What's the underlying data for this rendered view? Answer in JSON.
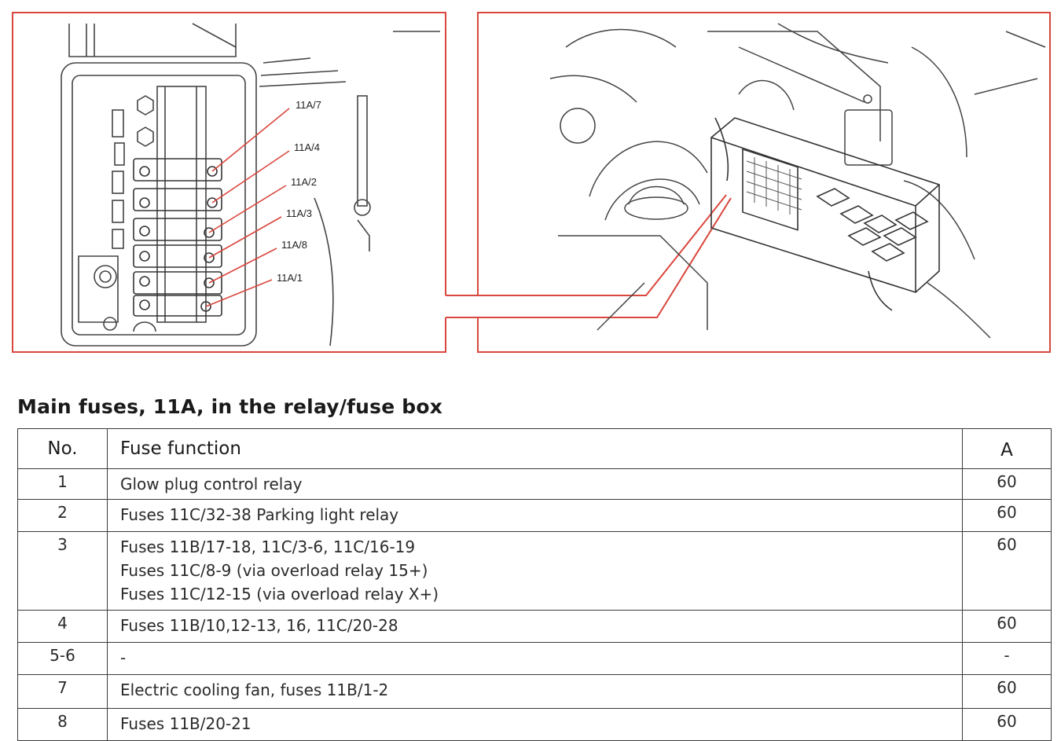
{
  "diagram": {
    "callouts": [
      "11A/7",
      "11A/4",
      "11A/2",
      "11A/3",
      "11A/8",
      "11A/1"
    ],
    "accent_color": "#d9473e"
  },
  "heading": "Main fuses, 11A, in the relay/fuse box",
  "table": {
    "headers": {
      "no": "No.",
      "function": "Fuse function",
      "amps": "A"
    },
    "rows": [
      {
        "no": "1",
        "function": [
          "Glow plug control relay"
        ],
        "amps": "60"
      },
      {
        "no": "2",
        "function": [
          "Fuses 11C/32-38 Parking light relay"
        ],
        "amps": "60"
      },
      {
        "no": "3",
        "function": [
          "Fuses 11B/17-18, 11C/3-6, 11C/16-19",
          "Fuses 11C/8-9 (via overload relay 15+)",
          "Fuses 11C/12-15 (via overload relay X+)"
        ],
        "amps": "60"
      },
      {
        "no": "4",
        "function": [
          "Fuses 11B/10,12-13, 16, 11C/20-28"
        ],
        "amps": "60"
      },
      {
        "no": "5-6",
        "function": [
          "-"
        ],
        "amps": "-"
      },
      {
        "no": "7",
        "function": [
          "Electric cooling fan, fuses 11B/1-2"
        ],
        "amps": "60"
      },
      {
        "no": "8",
        "function": [
          "Fuses 11B/20-21"
        ],
        "amps": "60"
      }
    ]
  }
}
